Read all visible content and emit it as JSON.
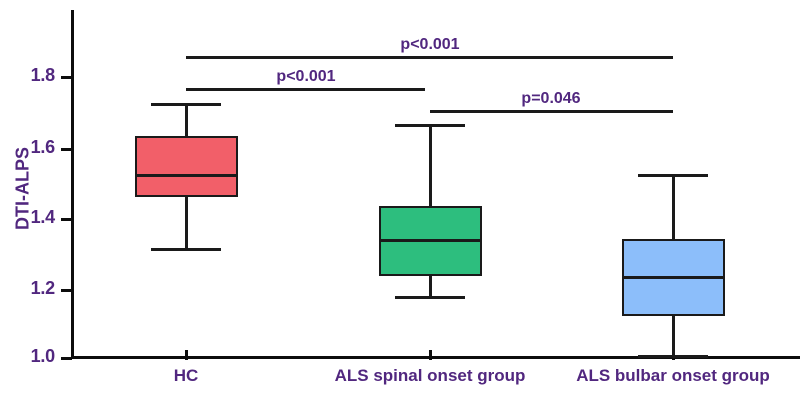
{
  "chart_data": {
    "type": "box",
    "title": "",
    "xlabel": "",
    "ylabel": "DTI-ALPS",
    "ylim": [
      1.0,
      1.93
    ],
    "yticks": [
      1.0,
      1.2,
      1.4,
      1.6,
      1.8
    ],
    "ytick_labels": [
      "1.0",
      "1.2",
      "1.4",
      "1.6",
      "1.8"
    ],
    "grid": false,
    "legend": "none",
    "categories": [
      "HC",
      "ALS spinal onset group",
      "ALS bulbar onset group"
    ],
    "boxes": [
      {
        "name": "HC",
        "color": "#F25F69",
        "whisker_low": 1.315,
        "q1": 1.478,
        "median": 1.528,
        "q3": 1.631,
        "whisker_high": 1.722
      },
      {
        "name": "ALS spinal onset group",
        "color": "#2DBE7E",
        "whisker_low": 1.177,
        "q1": 1.25,
        "median": 1.352,
        "q3": 1.441,
        "whisker_high": 1.662
      },
      {
        "name": "ALS bulbar onset group",
        "color": "#8CBEFA",
        "whisker_low": 1.003,
        "q1": 1.14,
        "median": 1.248,
        "q3": 1.35,
        "whisker_high": 1.528
      }
    ],
    "annotations": [
      {
        "label": "p<0.001",
        "from": "HC",
        "to": "ALS bulbar onset group",
        "y": 1.885
      },
      {
        "label": "p<0.001",
        "from": "HC",
        "to": "ALS spinal onset group",
        "y": 1.862
      },
      {
        "label": "p=0.046",
        "from": "ALS spinal onset group",
        "to": "ALS bulbar onset group",
        "y": 1.84
      }
    ]
  },
  "axis": {
    "y_title": "DTI-ALPS",
    "y_labels": [
      "1.8",
      "1.6",
      "1.4",
      "1.2",
      "1.0"
    ],
    "x_labels": [
      "HC",
      "ALS spinal onset group",
      "ALS bulbar onset group"
    ]
  },
  "significance": {
    "top_label": "p<0.001",
    "middle_label": "p<0.001",
    "right_label": "p=0.046"
  },
  "colors": {
    "hc_box": "#F25F69",
    "spinal_box": "#2DBE7E",
    "bulbar_box": "#8CBEFA",
    "text_purple": "#51277f",
    "line_black": "#1a1a1a"
  }
}
